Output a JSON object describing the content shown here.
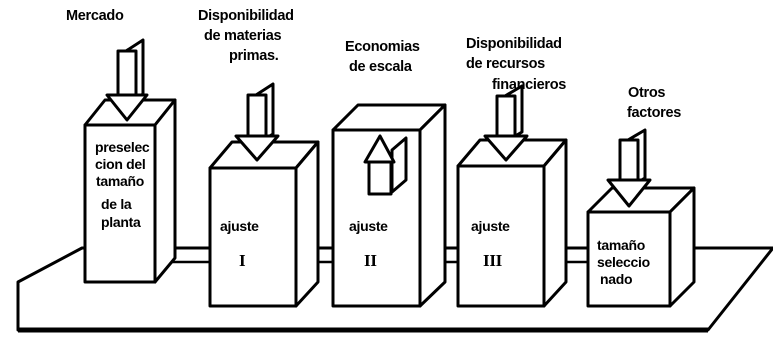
{
  "labels": {
    "mercado": "Mercado",
    "disp_materias_1": "Disponibilidad",
    "disp_materias_2": "de materias",
    "disp_materias_3": "primas.",
    "economias_1": "Economias",
    "economias_2": "de escala",
    "disp_recursos_1": "Disponibilidad",
    "disp_recursos_2": "de recursos",
    "disp_recursos_3": "financieros",
    "otros_1": "Otros",
    "otros_2": "factores"
  },
  "boxes": {
    "box1_line1": "preselec",
    "box1_line2": "cion del",
    "box1_line3": "tamaño",
    "box1_line4": "de la",
    "box1_line5": "planta",
    "box2_label": "ajuste",
    "box2_roman": "I",
    "box3_label": "ajuste",
    "box3_roman": "II",
    "box4_label": "ajuste",
    "box4_roman": "III",
    "box5_line1": "tamaño",
    "box5_line2": "seleccio",
    "box5_line3": "nado"
  }
}
